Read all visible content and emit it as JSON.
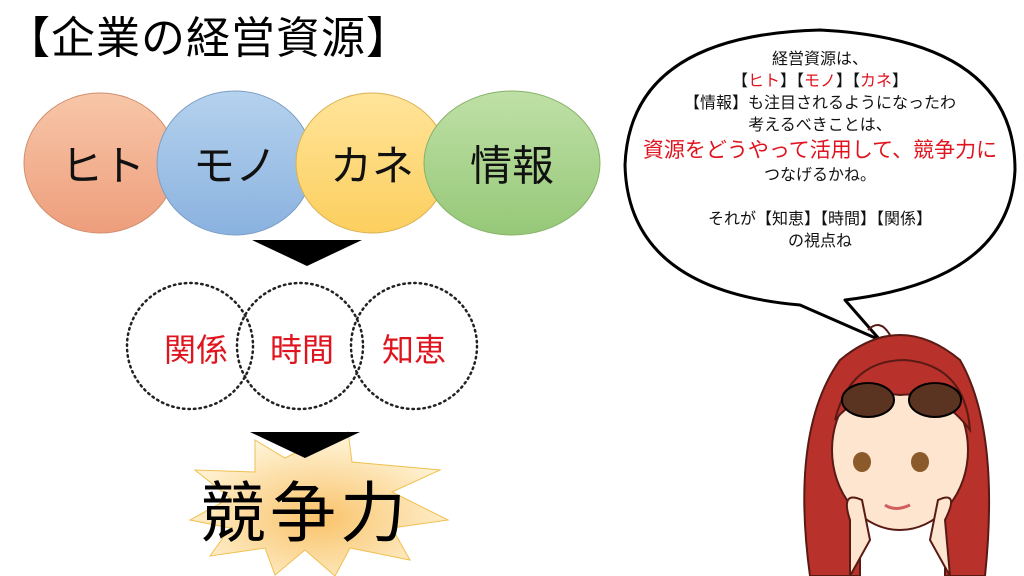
{
  "title": "【企業の経営資源】",
  "resources": [
    {
      "label": "ヒト",
      "color": "#F4B183"
    },
    {
      "label": "モノ",
      "color": "#9DC3E6"
    },
    {
      "label": "カネ",
      "color": "#FFD966"
    },
    {
      "label": "情報",
      "color": "#A9D18E"
    }
  ],
  "viewpoints": [
    "関係",
    "時間",
    "知恵"
  ],
  "result": "競争力",
  "bubble": {
    "line1": "経営資源は、",
    "line2_open1": "【",
    "line2_hito": "ヒト",
    "line2_mid1": "】【",
    "line2_mono": "モノ",
    "line2_mid2": "】【",
    "line2_kane": "カネ",
    "line2_close": "】",
    "line3": "【情報】も注目されるようになったわ",
    "line4": "考えるべきことは、",
    "line5": "資源をどうやって活用して、競争力に",
    "line6": "つなげるかね。",
    "line7": "それが【知恵】【時間】【関係】",
    "line8": "の視点ね"
  },
  "colors": {
    "accent_red": "#e0141e",
    "starburst": "#FFE699"
  }
}
